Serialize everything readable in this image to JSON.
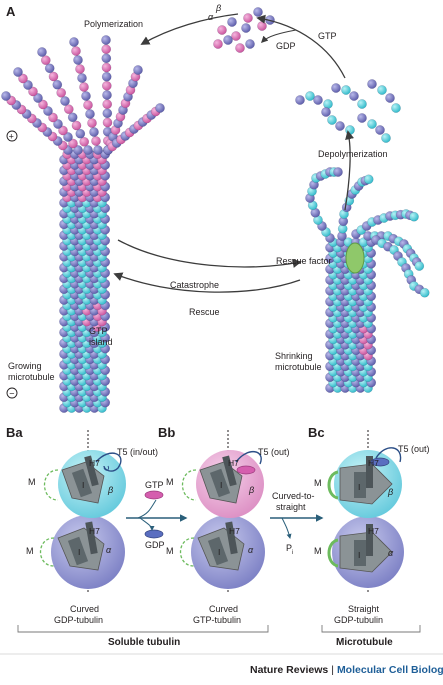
{
  "panel_a": {
    "label": "A",
    "polymerization": "Polymerization",
    "alpha": "α",
    "beta": "β",
    "gtp": "GTP",
    "gdp": "GDP",
    "depolymerization": "Depolymerization",
    "catastrophe": "Catastrophe",
    "rescue": "Rescue",
    "rescue_factor": "Rescue factor",
    "gtp_island_line1": "GTP",
    "gtp_island_line2": "island",
    "growing_line1": "Growing",
    "growing_line2": "microtubule",
    "shrinking_line1": "Shrinking",
    "shrinking_line2": "microtubule",
    "plus": "+",
    "minus": "−"
  },
  "panel_b": {
    "ba": {
      "label": "Ba",
      "t5": "T5 (in/out)",
      "caption_line1": "Curved",
      "caption_line2": "GDP-tubulin"
    },
    "bb": {
      "label": "Bb",
      "t5": "T5 (out)",
      "caption_line1": "Curved",
      "caption_line2": "GTP-tubulin"
    },
    "bc": {
      "label": "Bc",
      "t5": "T5 (out)",
      "caption_line1": "Straight",
      "caption_line2": "GDP-tubulin"
    },
    "h7": "H7",
    "i": "I",
    "m": "M",
    "alpha": "α",
    "beta": "β",
    "gtp": "GTP",
    "gdp": "GDP",
    "curved_to_straight_line1": "Curved-to-",
    "curved_to_straight_line2": "straight",
    "pi": "P",
    "pi_sub": "i",
    "soluble_tubulin": "Soluble tubulin",
    "microtubule": "Microtubule"
  },
  "footer": {
    "journal": "Nature Reviews",
    "separator": "|",
    "section": "Molecular Cell Biology"
  },
  "colors": {
    "gtp_beta": "#d55eae",
    "gdp_beta": "#2bb8c8",
    "alpha": "#5a5aa8",
    "rescue_factor": "#8fc86a",
    "journal_section": "#1f5f98"
  }
}
